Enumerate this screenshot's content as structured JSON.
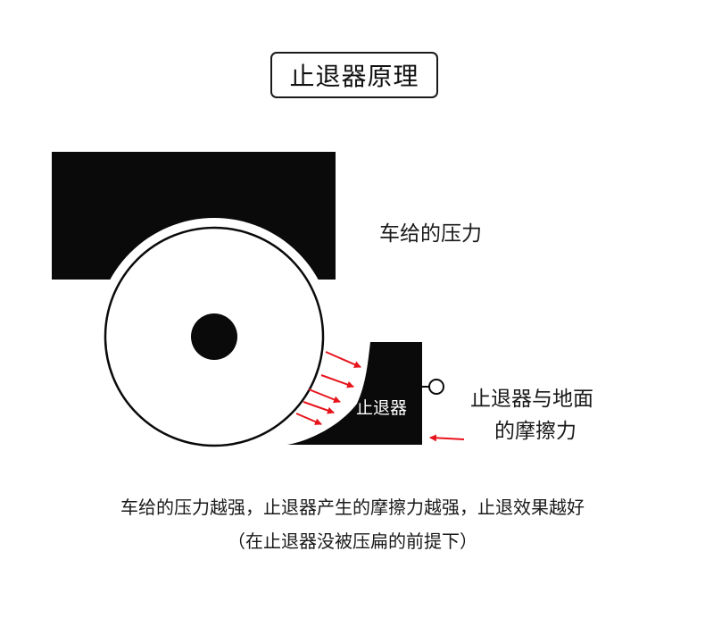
{
  "title": "止退器原理",
  "labels": {
    "car_force": "车给的压力",
    "chock": "止退器",
    "friction_line1": "止退器与地面",
    "friction_line2": "的摩擦力"
  },
  "caption": {
    "line1": "车给的压力越强，止退器产生的摩擦力越强，止退效果越好",
    "line2": "（在止退器没被压扁的前提下）"
  },
  "colors": {
    "body": "#0a0a0a",
    "arrow": "#e8141c",
    "background": "#ffffff"
  }
}
